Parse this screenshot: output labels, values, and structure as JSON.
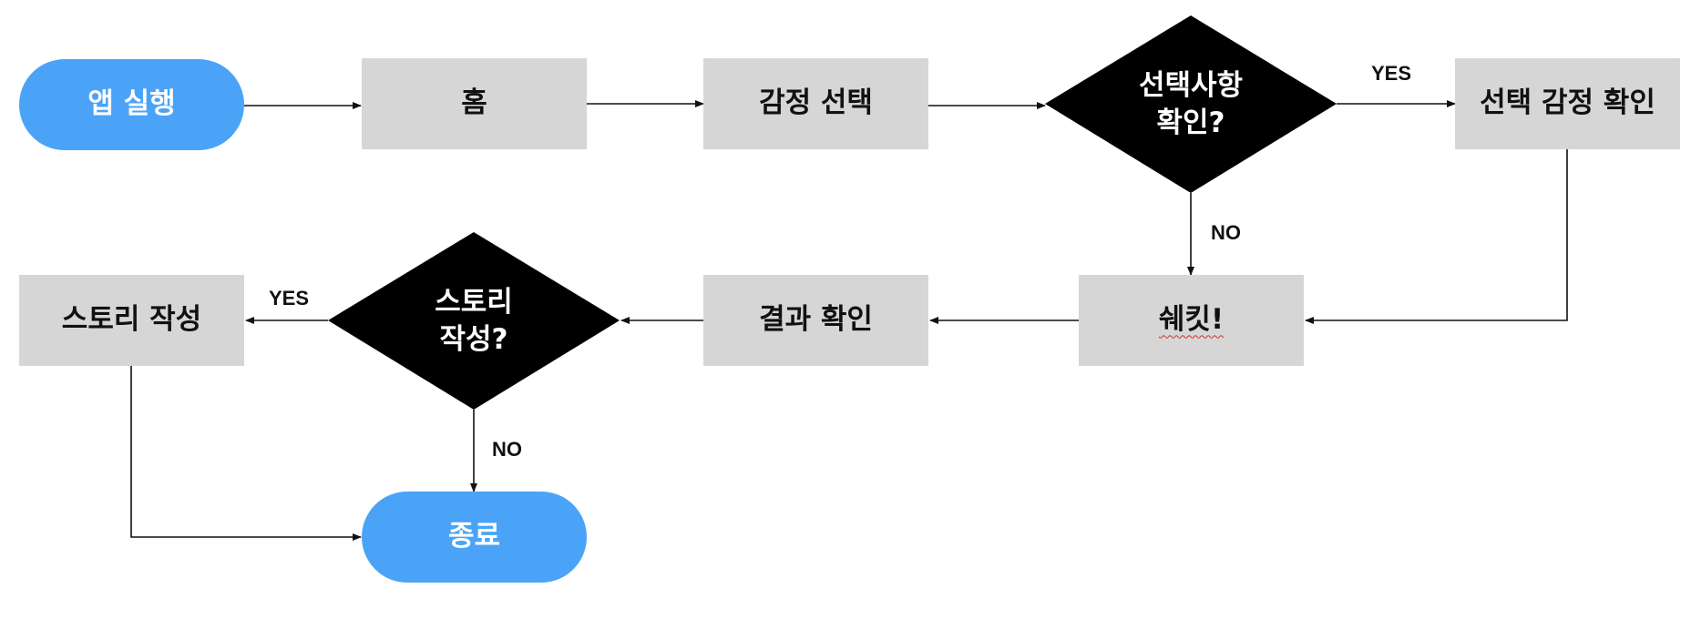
{
  "nodes": {
    "start": "앱 실행",
    "home": "홈",
    "emotion_select": "감정 선택",
    "confirm_q_line1": "선택사항",
    "confirm_q_line2": "확인?",
    "confirm_emotion": "선택 감정 확인",
    "shake": "쉐킷!",
    "result": "결과 확인",
    "story_q_line1": "스토리",
    "story_q_line2": "작성?",
    "story_write": "스토리 작성",
    "end": "종료"
  },
  "edge_labels": {
    "confirm_yes": "YES",
    "confirm_no": "NO",
    "story_yes": "YES",
    "story_no": "NO"
  },
  "colors": {
    "terminal": "#4aa3f7",
    "process": "#d6d6d6",
    "decision": "#000000"
  }
}
